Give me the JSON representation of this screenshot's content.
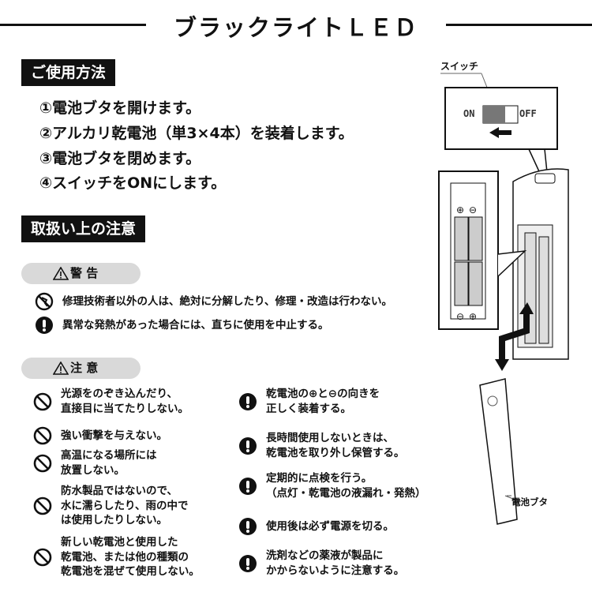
{
  "title": "ブラックライトＬＥＤ",
  "usage": {
    "heading": "ご使用方法",
    "steps": [
      "①電池ブタを開けます。",
      "②アルカリ乾電池（単3×4本）を装着します。",
      "③電池ブタを閉めます。",
      "④スイッチをONにします。"
    ]
  },
  "cautions_heading": "取扱い上の注意",
  "warning": {
    "label": "警 告",
    "items": [
      {
        "icon": "no-disassembly-icon",
        "text": "修理技術者以外の人は、絶対に分解したり、修理・改造は行わない。"
      },
      {
        "icon": "exclamation-icon",
        "text": "異常な発熱があった場合には、直ちに使用を中止する。"
      }
    ]
  },
  "caution": {
    "label": "注 意",
    "left": [
      {
        "icon": "prohibited-icon",
        "text": "光源をのぞき込んだり、\n直接目に当てたりしない。"
      },
      {
        "icon": "prohibited-icon",
        "text": "強い衝撃を与えない。"
      },
      {
        "icon": "prohibited-icon",
        "text": "高温になる場所には\n放置しない。"
      },
      {
        "icon": "prohibited-icon",
        "text": "防水製品ではないので、\n水に濡らしたり、雨の中で\nは使用したりしない。"
      },
      {
        "icon": "prohibited-icon",
        "text": "新しい乾電池と使用した\n乾電池、または他の種類の\n乾電池を混ぜて使用しない。"
      }
    ],
    "right": [
      {
        "icon": "exclamation-icon",
        "text": "乾電池の⊕と⊖の向きを\n正しく装着する。"
      },
      {
        "icon": "exclamation-icon",
        "text": "長時間使用しないときは、\n乾電池を取り外し保管する。"
      },
      {
        "icon": "exclamation-icon",
        "text": "定期的に点検を行う。\n（点灯・乾電池の液漏れ・発熱）"
      },
      {
        "icon": "exclamation-icon",
        "text": "使用後は必ず電源を切る。"
      },
      {
        "icon": "exclamation-icon",
        "text": "洗剤などの薬液が製品に\nかからないように注意する。"
      }
    ]
  },
  "illustration": {
    "switch_label": "スイッチ",
    "on": "ON",
    "off": "OFF",
    "plus": "⊕",
    "minus": "⊖",
    "cover_label": "電池ブタ"
  }
}
